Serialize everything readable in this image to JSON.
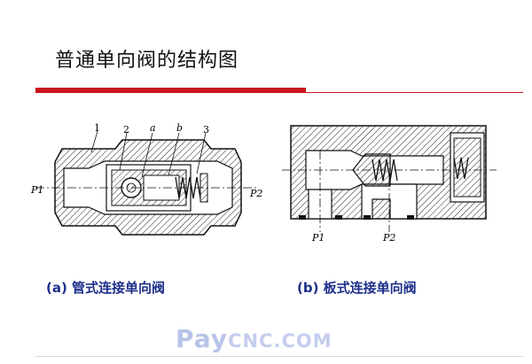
{
  "title": "普通单向阀的结构图",
  "labels": {
    "num1": "1",
    "num2": "2",
    "a": "a",
    "b": "b",
    "num3": "3",
    "p1_left": "P1",
    "p2_right": "P2",
    "p1_bottom": "P1",
    "p2_bottom": "P2"
  },
  "captions": {
    "a": "(a)  管式连接单向阀",
    "b": "(b)  板式连接单向阀"
  },
  "watermark": {
    "pay": "Pay",
    "rest": "CNC.COM"
  },
  "colors": {
    "accent_red": "#c8141e",
    "caption_blue": "#1d2f8a",
    "watermark": "#b8c4e8"
  }
}
